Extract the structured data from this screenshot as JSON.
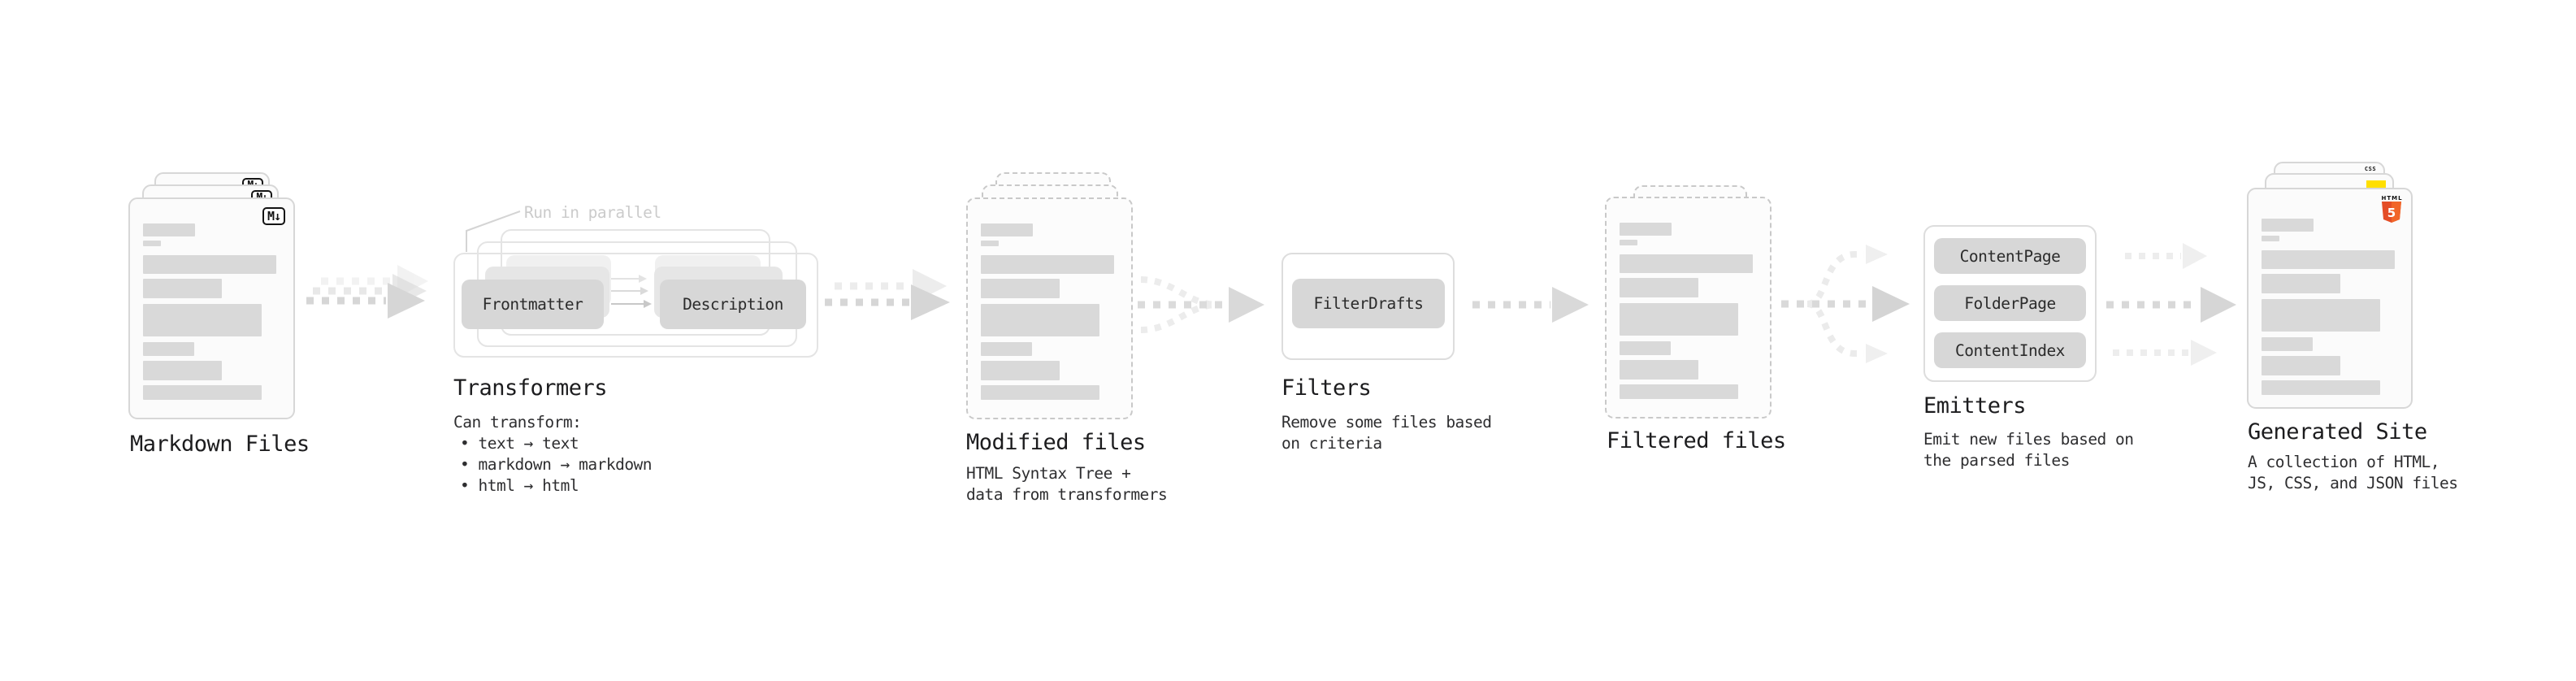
{
  "stages": {
    "markdown_files": {
      "title": "Markdown Files",
      "badge": "M↓"
    },
    "transformers": {
      "title": "Transformers",
      "note": "Run in parallel",
      "nodes": [
        "Frontmatter",
        "Description"
      ],
      "desc_label": "Can transform:",
      "bullets": [
        "• text → text",
        "• markdown → markdown",
        "• html → html"
      ]
    },
    "modified_files": {
      "title": "Modified files",
      "desc": [
        "HTML Syntax Tree +",
        "data from transformers"
      ]
    },
    "filters": {
      "title": "Filters",
      "nodes": [
        "FilterDrafts"
      ],
      "desc": [
        "Remove some files based",
        "on criteria"
      ]
    },
    "filtered_files": {
      "title": "Filtered files"
    },
    "emitters": {
      "title": "Emitters",
      "nodes": [
        "ContentPage",
        "FolderPage",
        "ContentIndex"
      ],
      "desc": [
        "Emit new files based on",
        "the parsed files"
      ]
    },
    "generated_site": {
      "title": "Generated Site",
      "desc": [
        "A collection of HTML,",
        "JS, CSS, and JSON files"
      ],
      "file_badges": {
        "css": "CSS",
        "html": "HTML",
        "html_number": "5"
      }
    }
  },
  "colors": {
    "html5_orange": "#e44d26",
    "html5_orange_light": "#f16529",
    "js_yellow": "#ffdf00",
    "css_blue": "#2b63f0",
    "placeholder_gray": "#d9d9d9",
    "arrow_gray": "#d7d7d7"
  }
}
